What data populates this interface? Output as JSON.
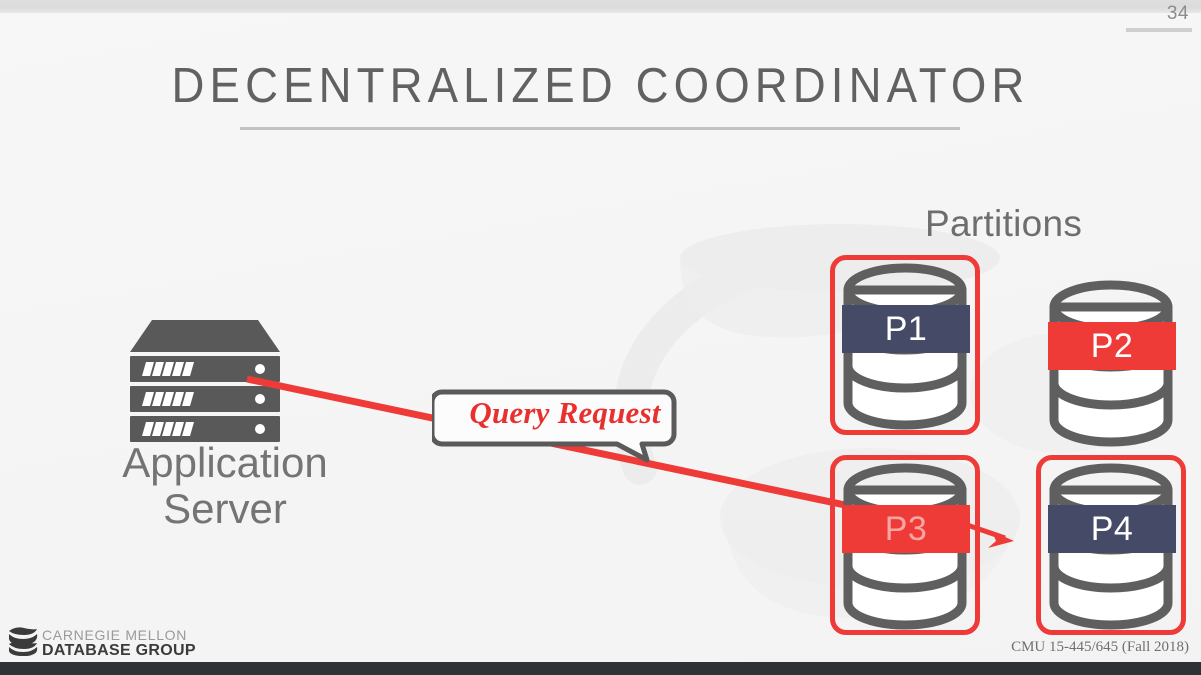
{
  "slide": {
    "page_number": "34",
    "title": "DECENTRALIZED COORDINATOR",
    "background_color": "#f5f5f5",
    "top_band_color": "#dcdcdc",
    "bottom_band_color": "#2e3236"
  },
  "diagram": {
    "partitions_heading": "Partitions",
    "app_server": {
      "label_line1": "Application",
      "label_line2": "Server",
      "icon": "server-rack-icon",
      "icon_color": "#595959"
    },
    "callout": {
      "text": "Query Request",
      "text_color": "#e8312f",
      "border_color": "#5a5a5a",
      "fill_color": "#fcfcfc"
    },
    "nodes": [
      {
        "id": "p1",
        "label": "P1",
        "band_color": "#454a66",
        "band_style": "navy",
        "highlighted": true
      },
      {
        "id": "p2",
        "label": "P2",
        "band_color": "#ee3b38",
        "band_style": "red",
        "highlighted": false
      },
      {
        "id": "p3",
        "label": "P3",
        "band_color": "#ee3b38",
        "band_style": "red",
        "highlighted": true
      },
      {
        "id": "p4",
        "label": "P4",
        "band_color": "#454a66",
        "band_style": "navy",
        "highlighted": true
      }
    ],
    "edges": [
      {
        "id": "request-line",
        "from": "app-server",
        "to": "p3",
        "color": "#ee3b38",
        "arrow": false
      },
      {
        "id": "forward-arrow",
        "from": "p3",
        "to": "p4",
        "color": "#ee3b38",
        "arrow": true
      }
    ],
    "colors": {
      "accent_red": "#ee3b38",
      "navy": "#454a66",
      "cylinder_gray": "#5f5f5f",
      "text_gray": "#6e6e6e",
      "title_gray": "#616161"
    }
  },
  "footer": {
    "logo_icon": "cmu-database-group-logo-icon",
    "logo_line1": "CARNEGIE MELLON",
    "logo_line2": "DATABASE GROUP",
    "course": "CMU 15-445/645 (Fall 2018)"
  }
}
